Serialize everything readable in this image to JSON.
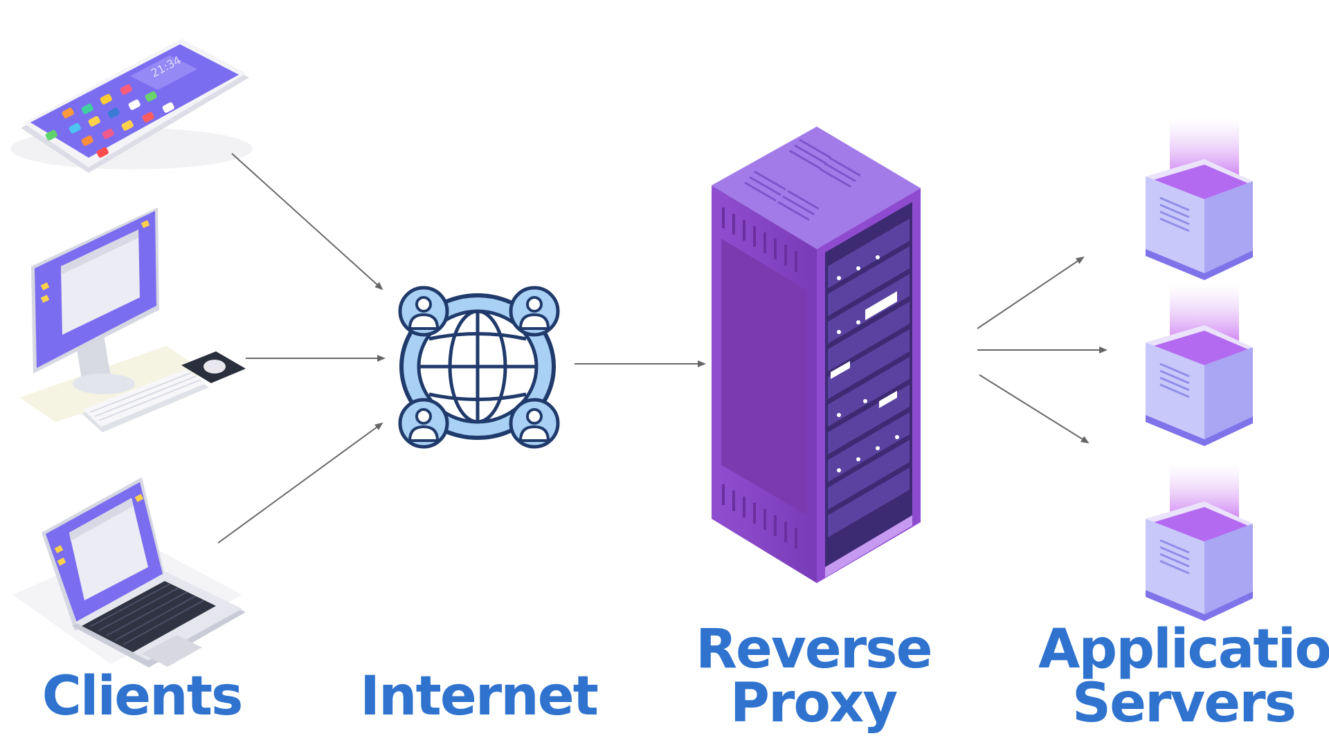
{
  "labels": {
    "clients": "Clients",
    "internet": "Internet",
    "reverse_proxy_line1": "Reverse",
    "reverse_proxy_line2": "Proxy",
    "app_servers_line1": "Application",
    "app_servers_line2": "Servers"
  },
  "phone": {
    "clock": "21:34"
  },
  "icons": {
    "phone": "smartphone-icon",
    "desktop": "desktop-computer-icon",
    "laptop": "laptop-icon",
    "internet": "globe-network-icon",
    "proxy": "server-rack-icon",
    "app_server": "server-block-icon"
  },
  "colors": {
    "label_blue": "#2f73cf",
    "device_purple": "#7b68ee",
    "rack_purple": "#8e4ccf",
    "globe_navy": "#1f3a6b",
    "globe_light_blue": "#a9d0f5",
    "arrow_gray": "#666666",
    "server_lavender": "#c9c8fb"
  }
}
